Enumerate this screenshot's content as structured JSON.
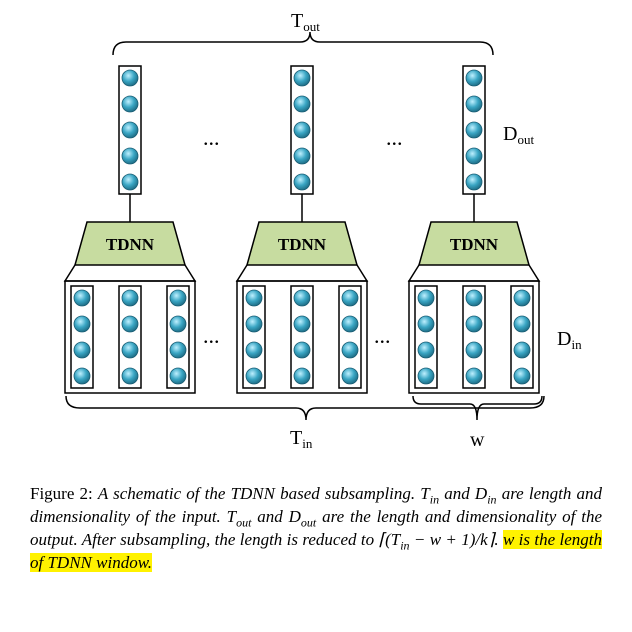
{
  "diagram": {
    "label_t_out": "T",
    "label_t_out_sub": "out",
    "label_d_out": "D",
    "label_d_out_sub": "out",
    "label_d_in": "D",
    "label_d_in_sub": "in",
    "label_t_in": "T",
    "label_t_in_sub": "in",
    "label_w": "w",
    "tdnn_label": "TDNN",
    "ellipsis": "...",
    "colors": {
      "node": "#3aa6c4",
      "tdnn_fill": "#c7dca0"
    }
  },
  "caption": {
    "prefix": "Figure 2: ",
    "part1": "A schematic of the TDNN based subsampling. ",
    "t_in": "T",
    "in_sub": "in",
    "and": " and ",
    "d_in": "D",
    "part2": " are length and dimensionality of the input. ",
    "t_out": "T",
    "out_sub": "out",
    "and2": " and ",
    "d_out": "D",
    "part3": " are the length and dimensionality of the output. After subsampling, the length is reduced to ⌈(T",
    "part4": " − w + 1)/k⌉. ",
    "highlight": "w is the length of TDNN window."
  }
}
